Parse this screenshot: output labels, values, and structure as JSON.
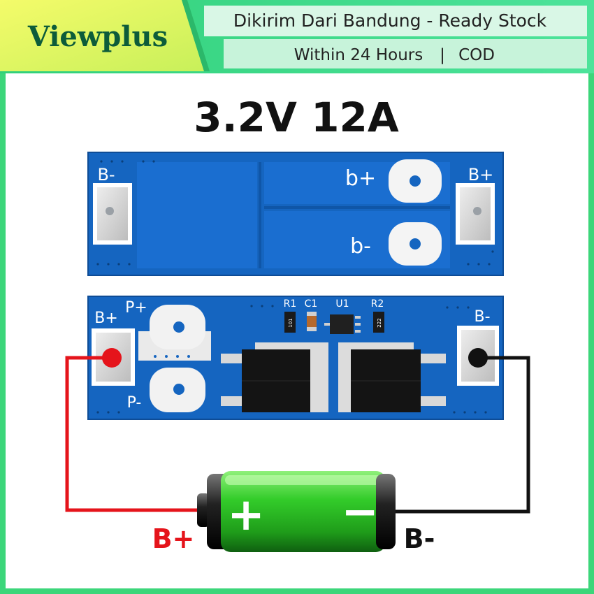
{
  "header": {
    "brand": "Viewplus",
    "tagline_top": "Dikirim Dari Bandung - Ready Stock",
    "tagline_bottom": "Within 24 Hours",
    "tagline_separator": "|",
    "tagline_cod": "COD"
  },
  "product": {
    "title": "3.2V 12A"
  },
  "board_back": {
    "b_minus": "B-",
    "b_plus": "B+",
    "pad_b_plus": "b+",
    "pad_b_minus": "b-"
  },
  "board_front": {
    "b_plus": "B+",
    "p_plus": "P+",
    "p_minus": "P-",
    "b_minus": "B-",
    "r1": "R1",
    "c1": "C1",
    "u1": "U1",
    "r2": "R2",
    "r1_value": "101",
    "r2_value": "222"
  },
  "battery": {
    "plus_label": "B+",
    "minus_label": "B-",
    "plus_symbol": "+",
    "minus_symbol": "−"
  },
  "colors": {
    "frame_green": "#3cd67a",
    "pcb_blue": "#1565c0",
    "wire_red": "#e5141b",
    "wire_black": "#111111",
    "battery_green": "#2ec93a"
  }
}
